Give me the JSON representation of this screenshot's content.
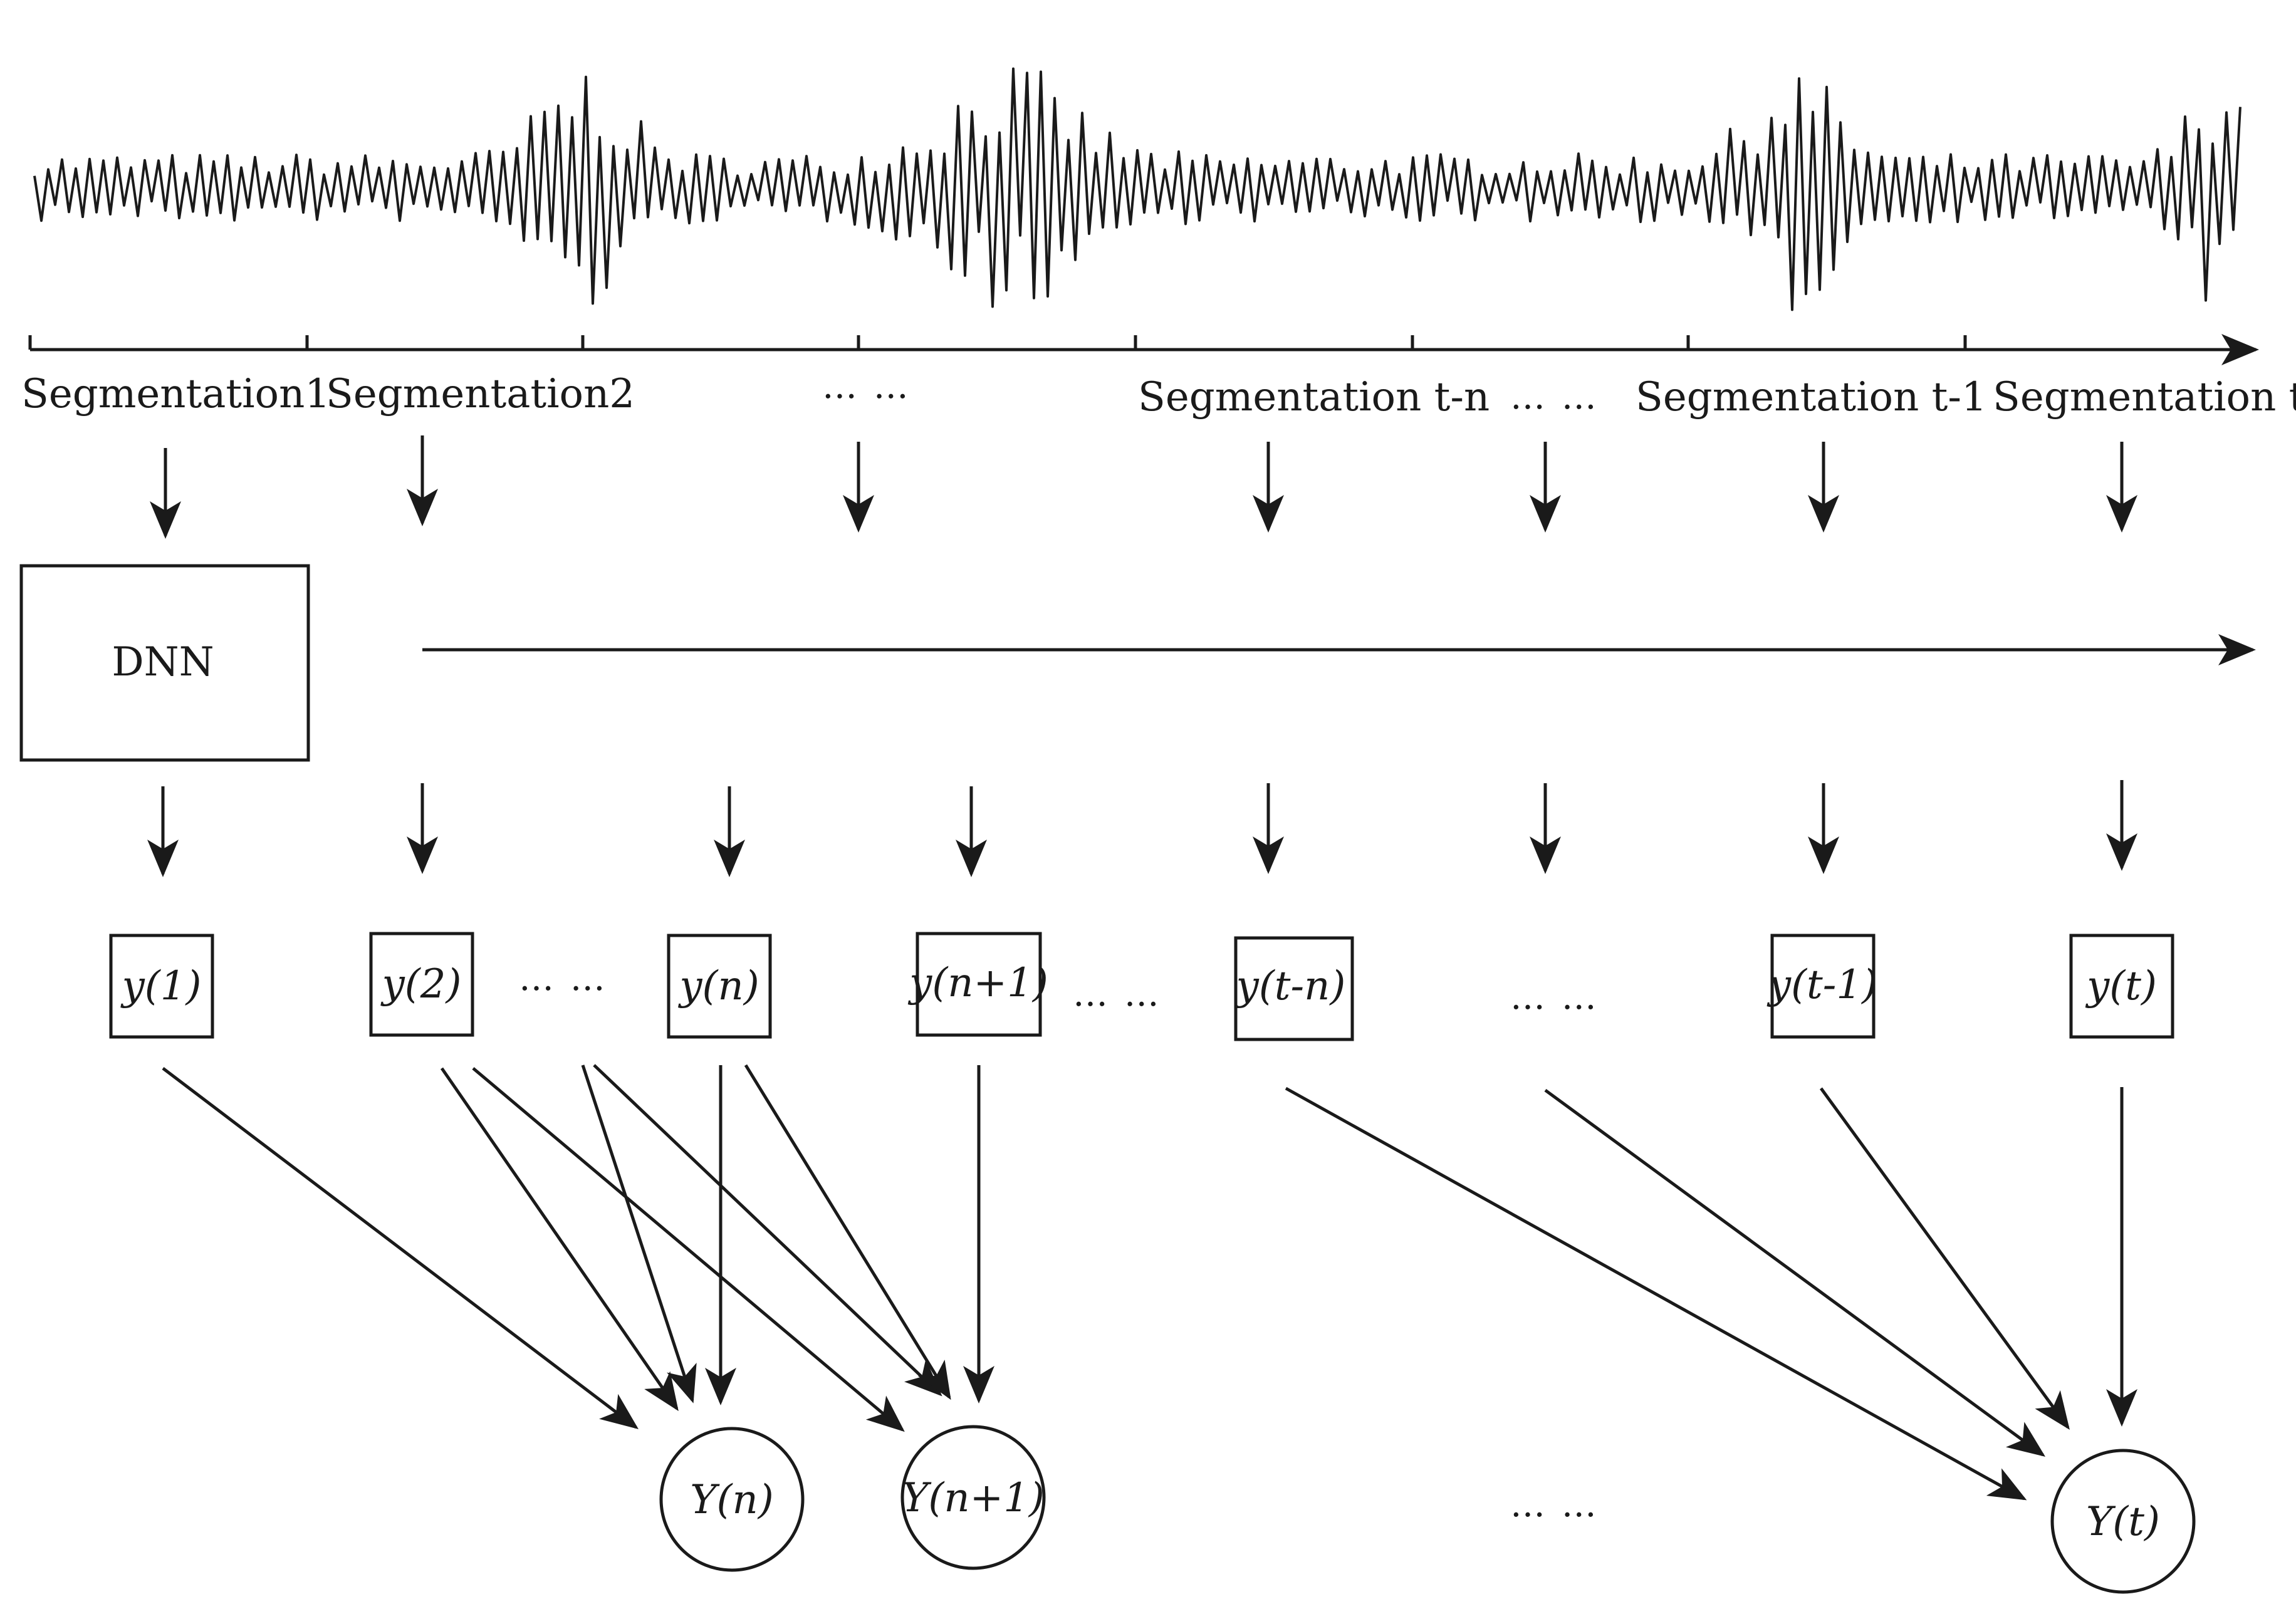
{
  "segments": {
    "s1": "Segmentation1",
    "s2": "Segmentation2",
    "dots": "… …",
    "stn": "Segmentation t-n",
    "dots2": "… …",
    "st1": "Segmentation t-1",
    "st": "Segmentation t"
  },
  "model": {
    "label": "DNN"
  },
  "outputs": {
    "y1": "y(1)",
    "y2": "y(2)",
    "dots_a": "… …",
    "yn": "y(n)",
    "yn1": "y(n+1)",
    "dots_b": "… …",
    "ytn": "y(t-n)",
    "dots_c": "… …",
    "yt1": "y(t-1)",
    "yt": "y(t)"
  },
  "aggregates": {
    "Yn": "Y(n)",
    "Yn1": "Y(n+1)",
    "dots": "… …",
    "Yt": "Y(t)"
  }
}
